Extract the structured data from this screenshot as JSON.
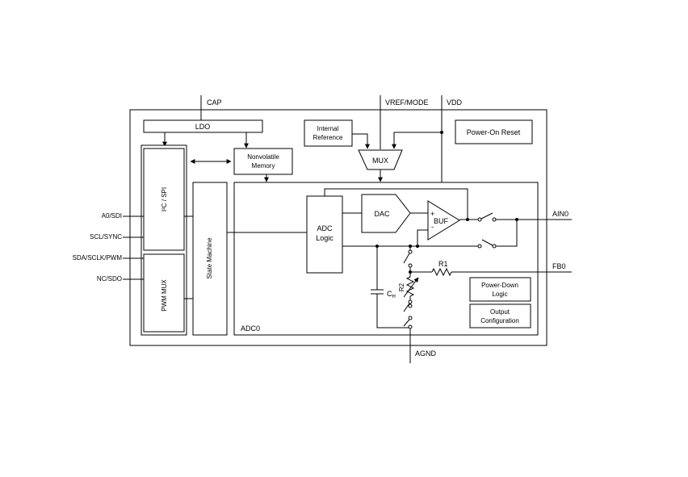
{
  "pins": {
    "cap": "CAP",
    "vref_mode": "VREF/MODE",
    "vdd": "VDD",
    "a0_sdi": "A0/SDI",
    "scl_sync": "SCL/SYNC",
    "sda_sclk_pwm": "SDA/SCLK/PWM",
    "nc_sdo": "NC/SDO",
    "ain0": "AIN0",
    "fb0": "FB0",
    "agnd": "AGND"
  },
  "blocks": {
    "ldo": "LDO",
    "internal_reference_line1": "Internal",
    "internal_reference_line2": "Reference",
    "mux": "MUX",
    "power_on_reset": "Power-On Reset",
    "nonvolatile_memory_line1": "Nonvolatile",
    "nonvolatile_memory_line2": "Memory",
    "i2c_spi": "I²C / SPI",
    "pwm_mux": "PWM MUX",
    "state_machine": "State Machine",
    "adc_logic_line1": "ADC",
    "adc_logic_line2": "Logic",
    "dac": "DAC",
    "buf": "BUF",
    "buf_plus": "+",
    "buf_minus": "-",
    "r1": "R1",
    "r2": "R2",
    "ch": "C",
    "ch_sub": "H",
    "power_down_logic_line1": "Power-Down",
    "power_down_logic_line2": "Logic",
    "output_config_line1": "Output",
    "output_config_line2": "Configuration",
    "adc0": "ADC0"
  }
}
